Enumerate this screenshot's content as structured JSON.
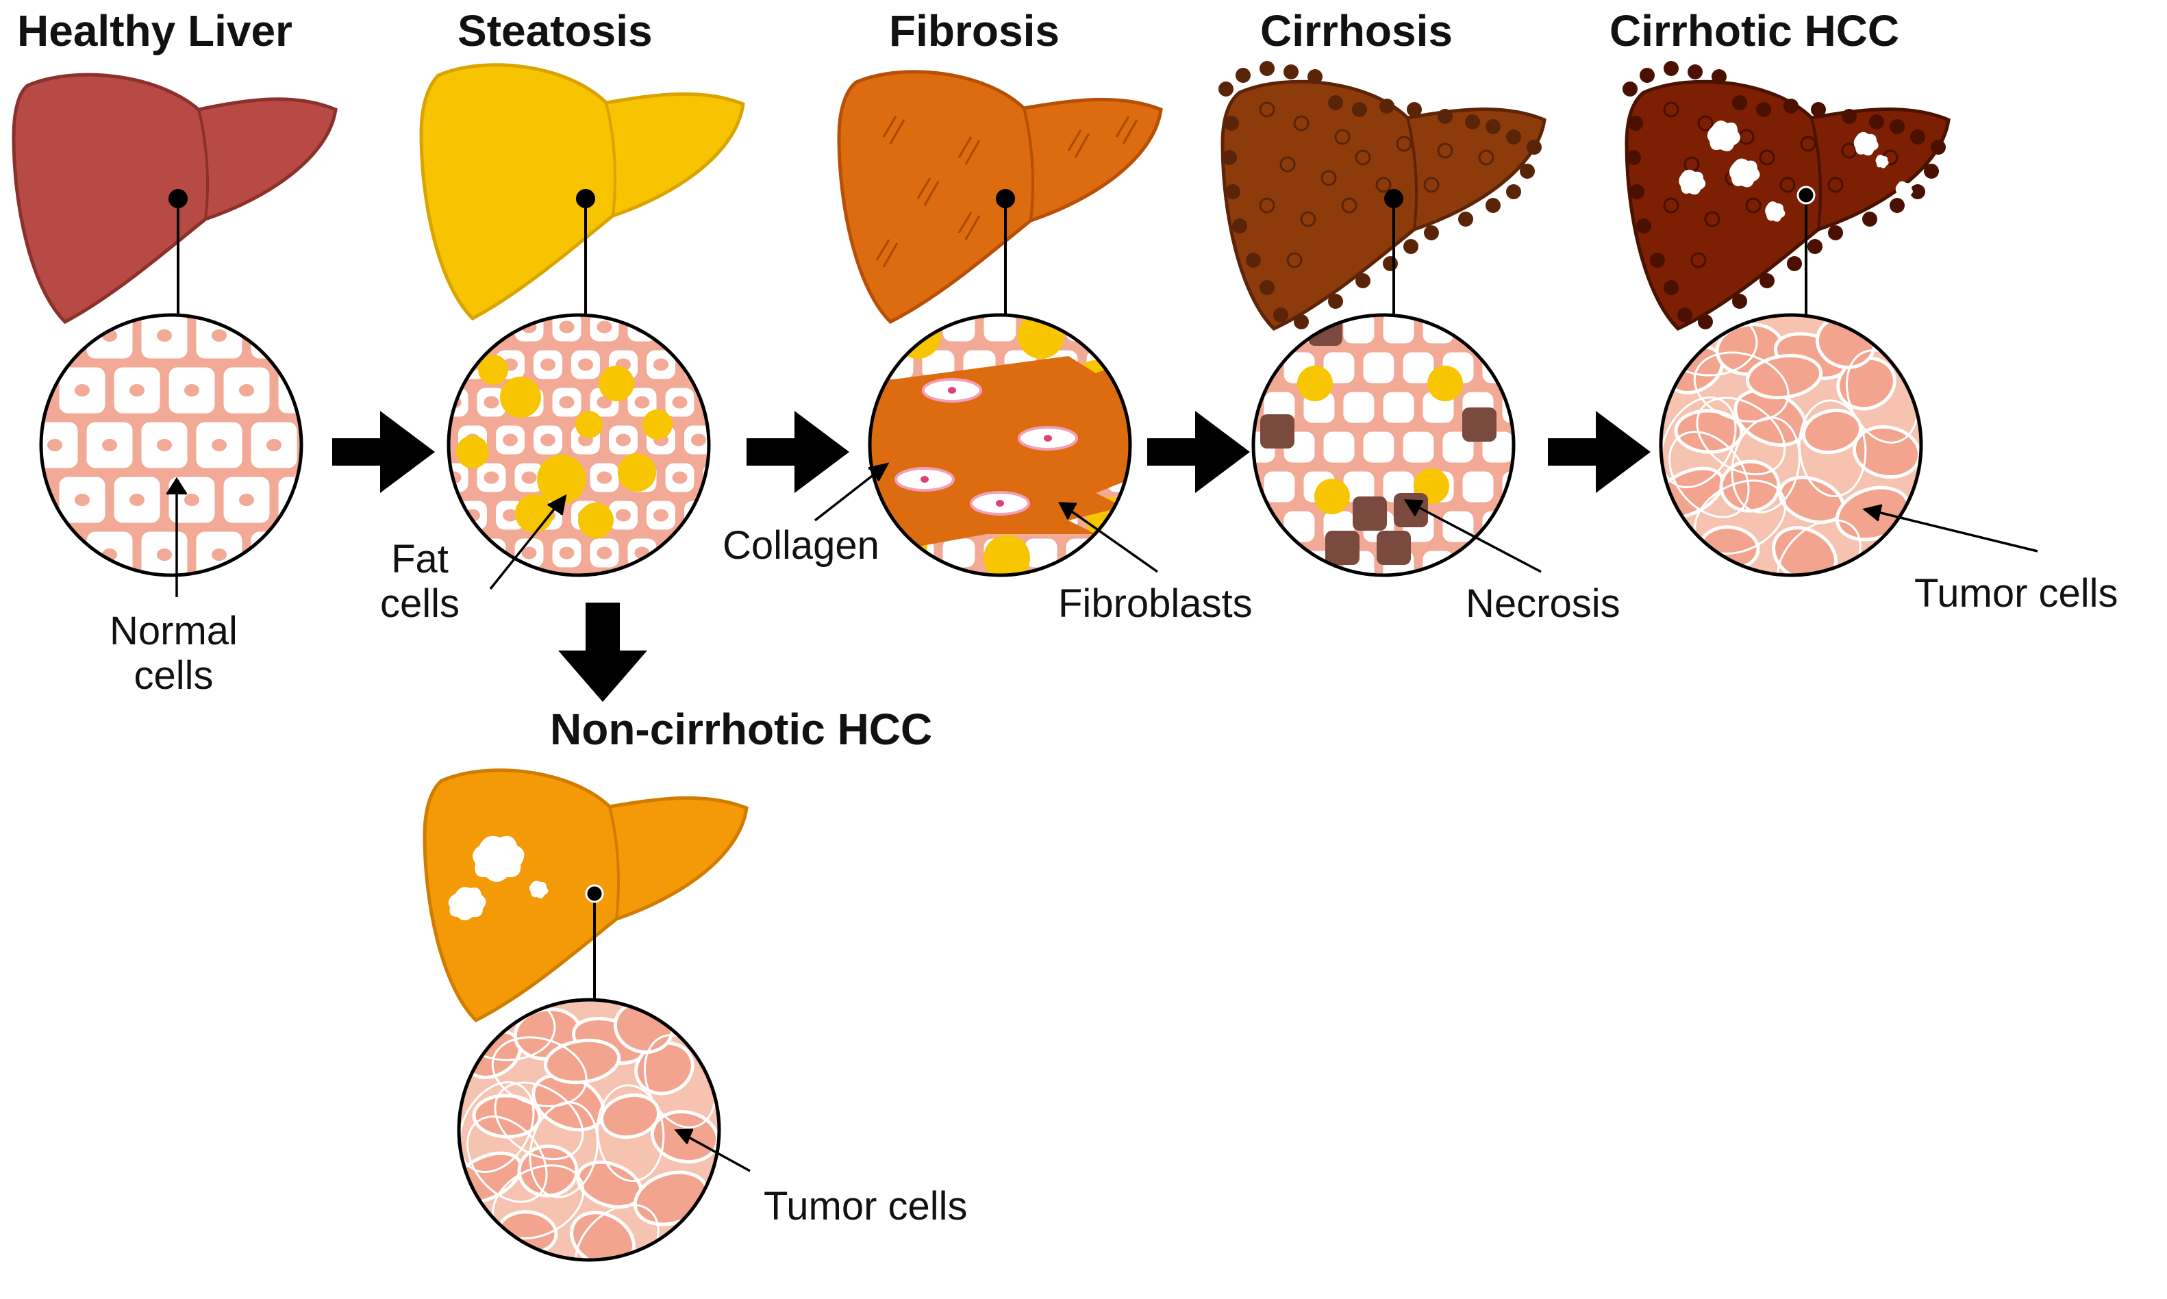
{
  "stages": [
    {
      "title": "Healthy Liver",
      "note": "Normal\ncells",
      "liver_color": "#b84a45",
      "liver_stroke": "#8c302c"
    },
    {
      "title": "Steatosis",
      "note": "Fat\ncells",
      "liver_color": "#f8c300",
      "liver_stroke": "#d9a400"
    },
    {
      "title": "Fibrosis",
      "notes": [
        "Collagen",
        "Fibroblasts"
      ],
      "liver_color": "#dd6b0f",
      "liver_stroke": "#b84f06"
    },
    {
      "title": "Cirrhosis",
      "note": "Necrosis",
      "liver_color": "#8e3b0c",
      "liver_stroke": "#5e2408"
    },
    {
      "title": "Cirrhotic HCC",
      "note": "Tumor cells",
      "liver_color": "#7c1f02",
      "liver_stroke": "#4a1200"
    }
  ],
  "branch": {
    "title": "Non-cirrhotic HCC",
    "note": "Tumor cells",
    "liver_color": "#f39a06",
    "liver_stroke": "#d07c00"
  },
  "colors": {
    "cell_line": "#f2a995",
    "fat": "#f7c600",
    "tumor_fill": "#f6c3b0",
    "tumor_cell": "#f2a48e",
    "necrosis": "#7a4a3e",
    "arrow": "#000000"
  }
}
